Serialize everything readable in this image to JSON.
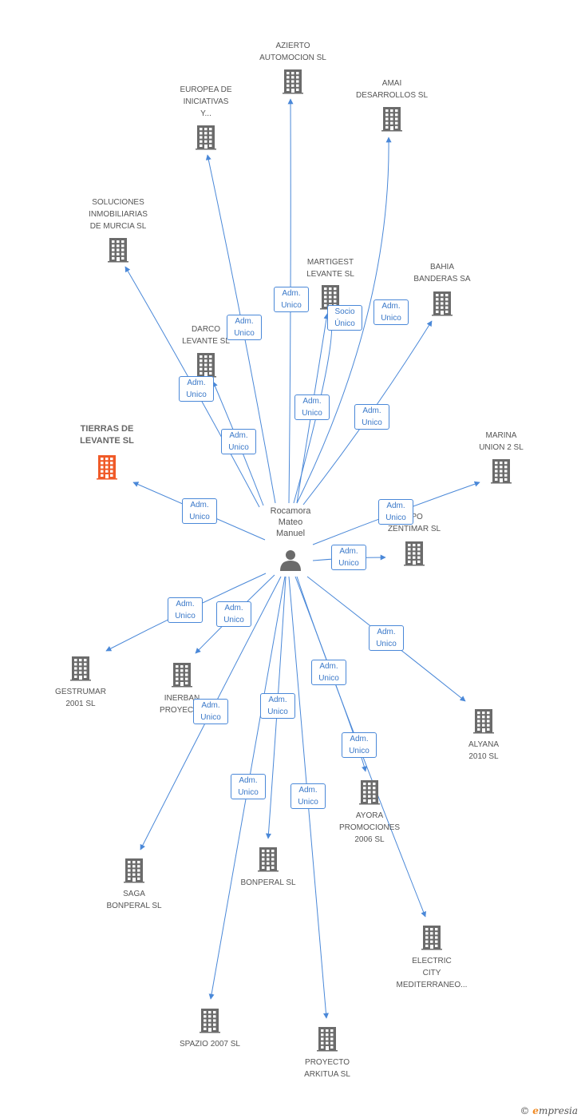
{
  "center": {
    "label": "Rocamora\nMateo\nManuel"
  },
  "colors": {
    "edge": "#4a88d8",
    "building": "#6b6b6b",
    "highlight": "#f05a28",
    "person": "#6b6b6b"
  },
  "companies": [
    {
      "id": "azierto",
      "label": "AZIERTO\nAUTOMOCION SL",
      "icon": "building-icon"
    },
    {
      "id": "europea",
      "label": "EUROPEA DE\nINICIATIVAS\nY...",
      "icon": "building-icon"
    },
    {
      "id": "amai",
      "label": "AMAI\nDESARROLLOS SL",
      "icon": "building-icon"
    },
    {
      "id": "soluciones",
      "label": "SOLUCIONES\nINMOBILIARIAS\nDE MURCIA SL",
      "icon": "building-icon"
    },
    {
      "id": "martigest",
      "label": "MARTIGEST\nLEVANTE SL",
      "icon": "building-icon"
    },
    {
      "id": "bahia",
      "label": "BAHIA\nBANDERAS SA",
      "icon": "building-icon"
    },
    {
      "id": "darco",
      "label": "DARCO\nLEVANTE SL",
      "icon": "building-icon"
    },
    {
      "id": "tierras",
      "label": "TIERRAS DE\nLEVANTE SL",
      "icon": "building-icon",
      "highlight": true
    },
    {
      "id": "marina",
      "label": "MARINA\nUNION 2 SL",
      "icon": "building-icon"
    },
    {
      "id": "zentimar",
      "label": "UPO\nZENTIMAR SL",
      "icon": "building-icon"
    },
    {
      "id": "gestrumar",
      "label": "GESTRUMAR\n2001 SL",
      "icon": "building-icon"
    },
    {
      "id": "inerban",
      "label": "INERBAN\nPROYECTO",
      "icon": "building-icon"
    },
    {
      "id": "alyana",
      "label": "ALYANA\n2010 SL",
      "icon": "building-icon"
    },
    {
      "id": "ayora",
      "label": "AYORA\nPROMOCIONES\n2006 SL",
      "icon": "building-icon"
    },
    {
      "id": "saga",
      "label": "SAGA\nBONPERAL SL",
      "icon": "building-icon"
    },
    {
      "id": "bonperal",
      "label": "BONPERAL SL",
      "icon": "building-icon"
    },
    {
      "id": "electric",
      "label": "ELECTRIC\nCITY\nMEDITERRANEO...",
      "icon": "building-icon"
    },
    {
      "id": "spazio",
      "label": "SPAZIO 2007 SL",
      "icon": "building-icon"
    },
    {
      "id": "arkitua",
      "label": "PROYECTO\nARKITUA SL",
      "icon": "building-icon"
    }
  ],
  "edges": [
    {
      "to": "azierto",
      "label": "Adm.\nUnico"
    },
    {
      "to": "europea",
      "label": "Adm.\nUnico"
    },
    {
      "to": "amai",
      "label": "Adm.\nUnico"
    },
    {
      "to": "soluciones",
      "label": "Adm.\nUnico"
    },
    {
      "to": "martigest",
      "label": "Socio\nÚnico"
    },
    {
      "to": "bahia",
      "label": "Adm.\nUnico"
    },
    {
      "to": "darco",
      "label": "Adm.\nUnico"
    },
    {
      "to": "tierras",
      "label": "Adm.\nUnico"
    },
    {
      "to": "marina",
      "label": "Adm.\nUnico"
    },
    {
      "to": "zentimar",
      "label": "Adm.\nUnico"
    },
    {
      "to": "gestrumar",
      "label": "Adm.\nUnico"
    },
    {
      "to": "inerban",
      "label": "Adm.\nUnico"
    },
    {
      "to": "alyana",
      "label": "Adm.\nUnico"
    },
    {
      "to": "ayora",
      "label": "Adm.\nUnico"
    },
    {
      "to": "saga",
      "label": "Adm.\nUnico"
    },
    {
      "to": "bonperal",
      "label": "Adm.\nUnico"
    },
    {
      "to": "electric",
      "label": "Adm.\nUnico"
    },
    {
      "to": "spazio",
      "label": "Adm.\nUnico"
    },
    {
      "to": "arkitua",
      "label": "Adm.\nUnico"
    },
    {
      "to": "martigest",
      "label": "Adm.\nUnico"
    }
  ],
  "footer": {
    "copyright": "©",
    "brand_initial": "e",
    "brand_rest": "mpresia"
  }
}
